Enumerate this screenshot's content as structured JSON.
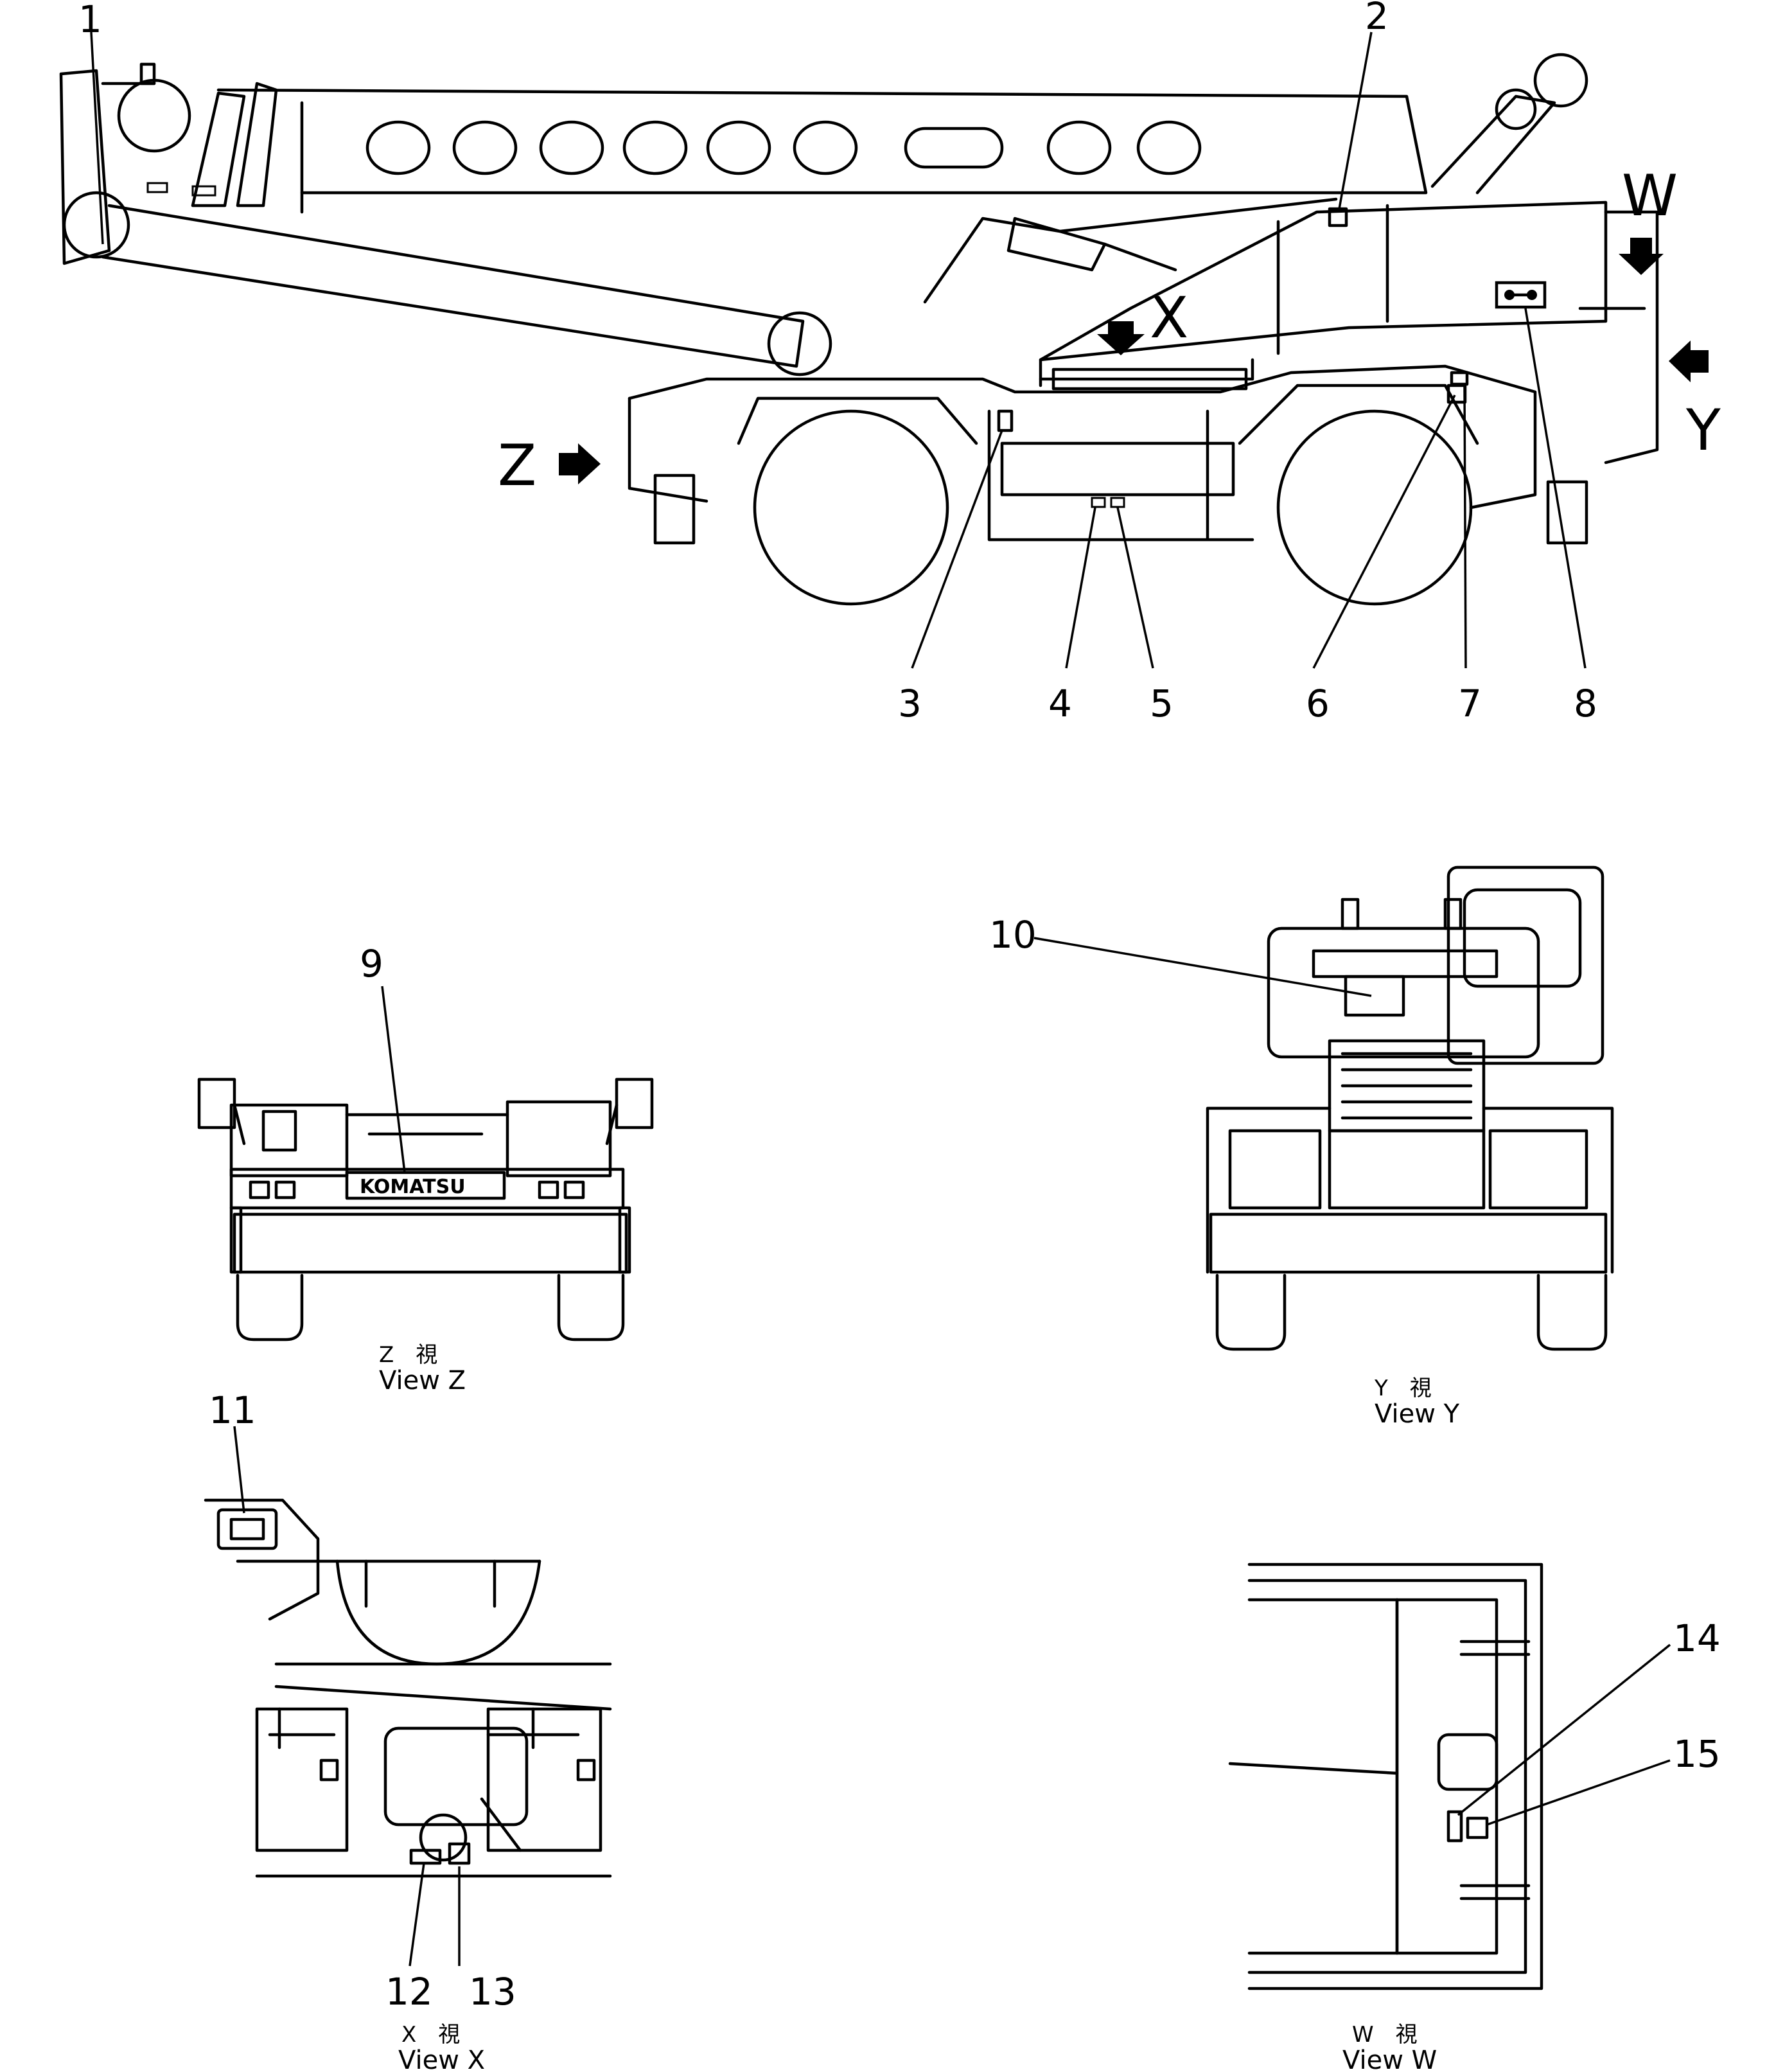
{
  "views": {
    "main": {
      "callouts": [
        "1",
        "2",
        "3",
        "4",
        "5",
        "6",
        "7",
        "8"
      ],
      "direction_letters": {
        "w": "W",
        "x": "X",
        "y": "Y",
        "z": "Z"
      }
    },
    "z": {
      "callout": "9",
      "badge": "KOMATSU",
      "caption_kanji": "Z　視",
      "caption": "View  Z"
    },
    "y": {
      "callout": "10",
      "caption_kanji": "Y　視",
      "caption": "View  Y"
    },
    "x": {
      "callouts": [
        "11",
        "12",
        "13"
      ],
      "caption_kanji": "X　視",
      "caption": "View  X"
    },
    "w": {
      "callouts": [
        "14",
        "15"
      ],
      "caption_kanji": "W　視",
      "caption": "View  W"
    }
  }
}
